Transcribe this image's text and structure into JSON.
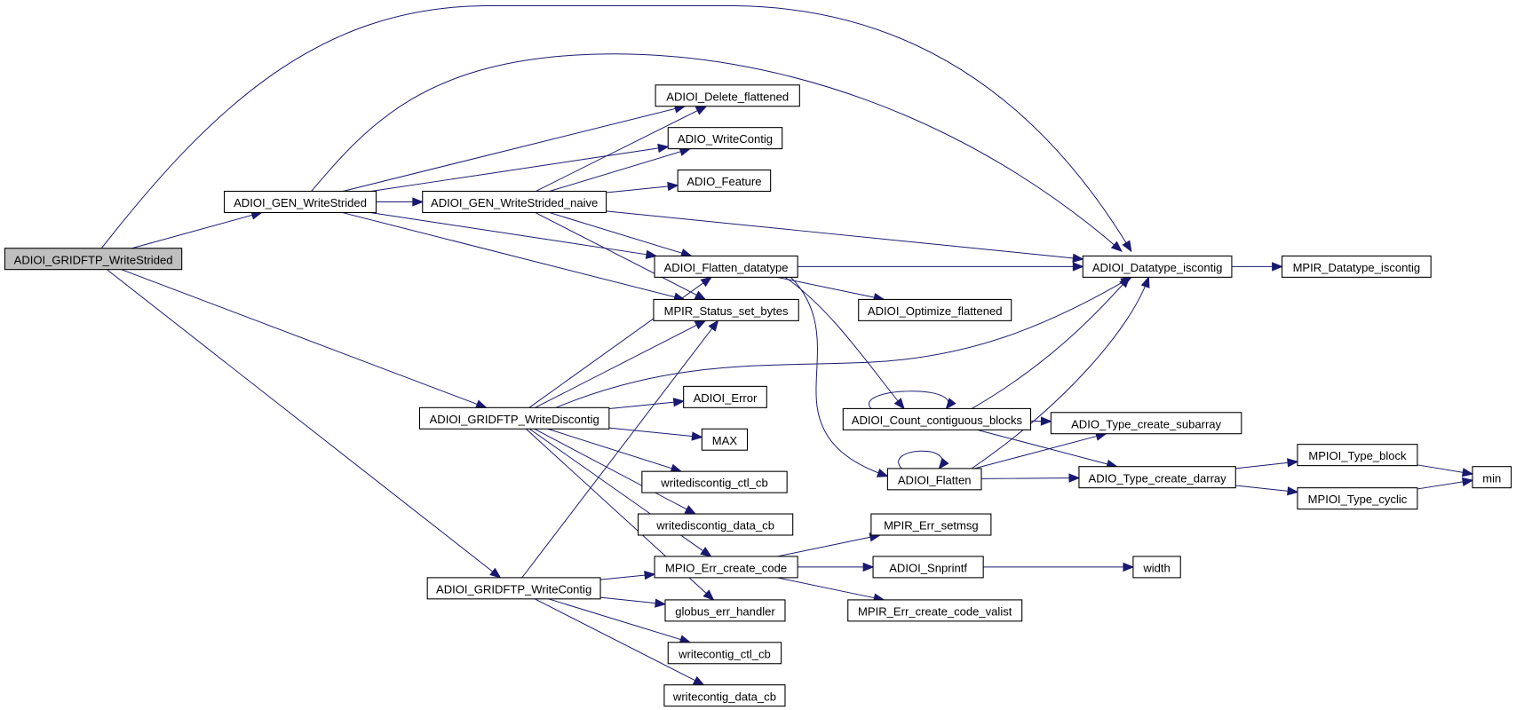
{
  "diagram": {
    "type": "call-graph",
    "root": "ADIOI_GRIDFTP_WriteStrided",
    "colors": {
      "edge": "#191970",
      "root_fill": "#bfbfbf",
      "node_fill": "#ffffff",
      "border": "#000000"
    },
    "nodes": [
      {
        "id": "root",
        "label": "ADIOI_GRIDFTP_WriteStrided"
      },
      {
        "id": "gen_ws",
        "label": "ADIOI_GEN_WriteStrided"
      },
      {
        "id": "gen_wsn",
        "label": "ADIOI_GEN_WriteStrided_naive"
      },
      {
        "id": "del_flat",
        "label": "ADIOI_Delete_flattened"
      },
      {
        "id": "wcontig",
        "label": "ADIO_WriteContig"
      },
      {
        "id": "feature",
        "label": "ADIO_Feature"
      },
      {
        "id": "flat_dt",
        "label": "ADIOI_Flatten_datatype"
      },
      {
        "id": "status",
        "label": "MPIR_Status_set_bytes"
      },
      {
        "id": "dt_iscontig",
        "label": "ADIOI_Datatype_iscontig"
      },
      {
        "id": "mpir_iscontig",
        "label": "MPIR_Datatype_iscontig"
      },
      {
        "id": "optimize",
        "label": "ADIOI_Optimize_flattened"
      },
      {
        "id": "count",
        "label": "ADIOI_Count_contiguous_blocks"
      },
      {
        "id": "flatten",
        "label": "ADIOI_Flatten"
      },
      {
        "id": "subarray",
        "label": "ADIO_Type_create_subarray"
      },
      {
        "id": "darray",
        "label": "ADIO_Type_create_darray"
      },
      {
        "id": "tblock",
        "label": "MPIOI_Type_block"
      },
      {
        "id": "tcyclic",
        "label": "MPIOI_Type_cyclic"
      },
      {
        "id": "min",
        "label": "min"
      },
      {
        "id": "wdiscontig",
        "label": "ADIOI_GRIDFTP_WriteDiscontig"
      },
      {
        "id": "error",
        "label": "ADIOI_Error"
      },
      {
        "id": "max",
        "label": "MAX"
      },
      {
        "id": "wd_ctl",
        "label": "writediscontig_ctl_cb"
      },
      {
        "id": "wd_data",
        "label": "writediscontig_data_cb"
      },
      {
        "id": "err_create",
        "label": "MPIO_Err_create_code"
      },
      {
        "id": "globus",
        "label": "globus_err_handler"
      },
      {
        "id": "setmsg",
        "label": "MPIR_Err_setmsg"
      },
      {
        "id": "snprintf",
        "label": "ADIOI_Snprintf"
      },
      {
        "id": "width",
        "label": "width"
      },
      {
        "id": "valist",
        "label": "MPIR_Err_create_code_valist"
      },
      {
        "id": "gwcontig",
        "label": "ADIOI_GRIDFTP_WriteContig"
      },
      {
        "id": "wc_ctl",
        "label": "writecontig_ctl_cb"
      },
      {
        "id": "wc_data",
        "label": "writecontig_data_cb"
      }
    ],
    "edges": [
      [
        "root",
        "gen_ws"
      ],
      [
        "root",
        "dt_iscontig"
      ],
      [
        "root",
        "wdiscontig"
      ],
      [
        "root",
        "gwcontig"
      ],
      [
        "gen_ws",
        "gen_wsn"
      ],
      [
        "gen_ws",
        "del_flat"
      ],
      [
        "gen_ws",
        "wcontig"
      ],
      [
        "gen_ws",
        "flat_dt"
      ],
      [
        "gen_ws",
        "status"
      ],
      [
        "gen_ws",
        "dt_iscontig"
      ],
      [
        "gen_wsn",
        "del_flat"
      ],
      [
        "gen_wsn",
        "wcontig"
      ],
      [
        "gen_wsn",
        "feature"
      ],
      [
        "gen_wsn",
        "flat_dt"
      ],
      [
        "gen_wsn",
        "status"
      ],
      [
        "gen_wsn",
        "dt_iscontig"
      ],
      [
        "flat_dt",
        "dt_iscontig"
      ],
      [
        "flat_dt",
        "optimize"
      ],
      [
        "flat_dt",
        "count"
      ],
      [
        "flat_dt",
        "flatten"
      ],
      [
        "dt_iscontig",
        "mpir_iscontig"
      ],
      [
        "count",
        "count"
      ],
      [
        "count",
        "dt_iscontig"
      ],
      [
        "count",
        "subarray"
      ],
      [
        "count",
        "darray"
      ],
      [
        "flatten",
        "flatten"
      ],
      [
        "flatten",
        "dt_iscontig"
      ],
      [
        "flatten",
        "subarray"
      ],
      [
        "flatten",
        "darray"
      ],
      [
        "darray",
        "tblock"
      ],
      [
        "darray",
        "tcyclic"
      ],
      [
        "tblock",
        "min"
      ],
      [
        "tcyclic",
        "min"
      ],
      [
        "wdiscontig",
        "flat_dt"
      ],
      [
        "wdiscontig",
        "status"
      ],
      [
        "wdiscontig",
        "dt_iscontig"
      ],
      [
        "wdiscontig",
        "error"
      ],
      [
        "wdiscontig",
        "max"
      ],
      [
        "wdiscontig",
        "wd_ctl"
      ],
      [
        "wdiscontig",
        "wd_data"
      ],
      [
        "wdiscontig",
        "err_create"
      ],
      [
        "wdiscontig",
        "globus"
      ],
      [
        "err_create",
        "setmsg"
      ],
      [
        "err_create",
        "snprintf"
      ],
      [
        "err_create",
        "valist"
      ],
      [
        "snprintf",
        "width"
      ],
      [
        "gwcontig",
        "status"
      ],
      [
        "gwcontig",
        "err_create"
      ],
      [
        "gwcontig",
        "globus"
      ],
      [
        "gwcontig",
        "wc_ctl"
      ],
      [
        "gwcontig",
        "wc_data"
      ]
    ]
  }
}
